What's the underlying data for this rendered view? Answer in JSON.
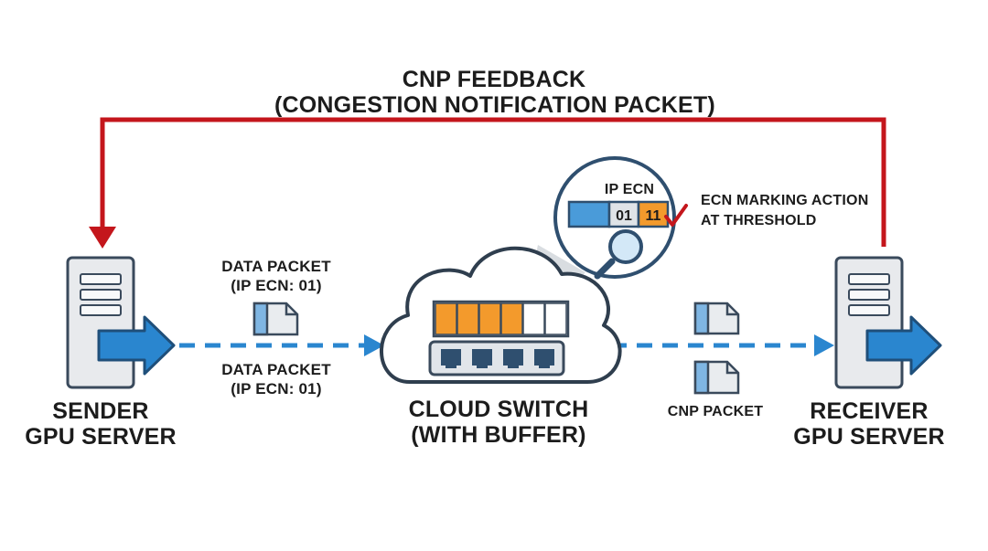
{
  "feedback": {
    "title": "CNP FEEDBACK",
    "subtitle": "(CONGESTION NOTIFICATION PACKET)",
    "line_color": "#c4161c"
  },
  "sender": {
    "line1": "SENDER",
    "line2": "GPU SERVER",
    "icon": "server-icon"
  },
  "receiver": {
    "line1": "RECEIVER",
    "line2": "GPU SERVER",
    "icon": "server-icon"
  },
  "switch": {
    "line1": "CLOUD SWITCH",
    "line2": "(WITH BUFFER)",
    "icon": "cloud-switch-icon",
    "buffer_slots_total": 6,
    "buffer_slots_filled": 4
  },
  "packets": {
    "data_top": {
      "line1": "DATA PACKET",
      "line2": "(IP ECN: 01)"
    },
    "data_bottom": {
      "line1": "DATA PACKET",
      "line2": "(IP ECN: 01)"
    },
    "cnp": {
      "label": "CNP PACKET"
    }
  },
  "ecn_zoom": {
    "title": "IP ECN",
    "field_before": "01",
    "field_after": "11",
    "action_line1": "ECN MARKING ACTION",
    "action_line2": "AT THRESHOLD",
    "icons": [
      "magnifier-icon",
      "checkmark-icon"
    ]
  },
  "colors": {
    "blue": "#2a86cf",
    "dark_blue": "#1f4f7a",
    "orange": "#f39a2c",
    "red": "#c4161c",
    "server_gray": "#e8eaed",
    "outline": "#3a4a5c"
  }
}
